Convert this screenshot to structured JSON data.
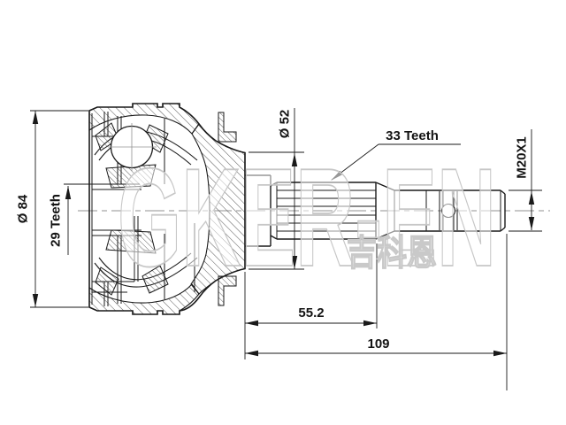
{
  "drawing": {
    "kind": "cv-joint-outer-technical-drawing",
    "colors": {
      "background": "#ffffff",
      "line": "#1a1a1a",
      "centerline": "#909090",
      "watermark": "#c7c7c7"
    },
    "labels": {
      "outer_diameter": "Ø 84",
      "inner_spline_teeth": "29 Teeth",
      "boot_seat_diameter": "Ø 52",
      "shaft_spline_teeth": "33 Teeth",
      "thread_spec": "M20X1",
      "spline_section_length": "55.2",
      "overall_length": "109"
    },
    "watermark": {
      "brand_text": "GKER-EN",
      "cjk_text": "吉科恩"
    }
  }
}
